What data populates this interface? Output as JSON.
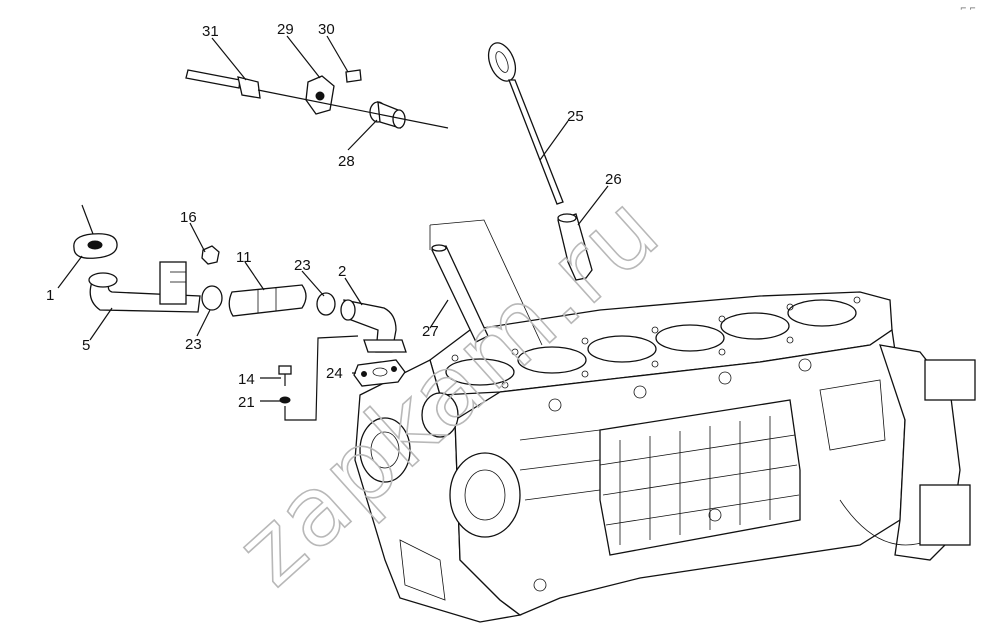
{
  "watermark": "zapkam.ru",
  "corner_mark": "⌐ ⌐",
  "callouts": [
    "1",
    "2",
    "5",
    "11",
    "14",
    "16",
    "21",
    "23",
    "23",
    "24",
    "25",
    "26",
    "27",
    "28",
    "29",
    "30",
    "31"
  ]
}
